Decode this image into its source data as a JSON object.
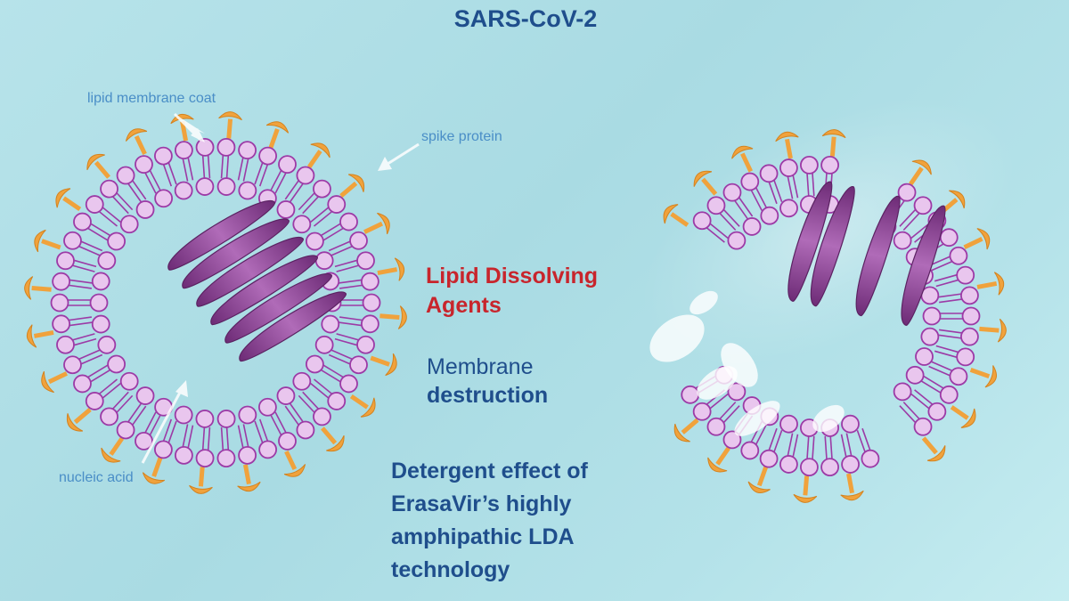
{
  "title": "SARS-CoV-2",
  "labels": {
    "lipid_membrane": "lipid membrane coat",
    "spike_protein": "spike protein",
    "nucleic_acid": "nucleic acid"
  },
  "agents": {
    "line1": "Lipid Dissolving",
    "line2": "Agents"
  },
  "destruction": {
    "line1": "Membrane",
    "line2": "destruction"
  },
  "detergent": {
    "line1": "Detergent effect of",
    "line2": "ErasaVir’s highly",
    "line3": "amphipathic LDA",
    "line4": "technology"
  },
  "colors": {
    "background": "#a9dbe3",
    "title": "#1f4e8c",
    "label": "#4a8ec7",
    "accent_red": "#c8252c",
    "lipid_head": "#e9c6ee",
    "lipid_outline": "#9c3aa6",
    "spike": "#f0a23c",
    "rna": "#8e3d95"
  },
  "icons": [
    "virus-intact-icon",
    "virus-disrupted-icon",
    "rna-helix-icon",
    "spike-protein-icon",
    "pointer-arrow-icon"
  ]
}
